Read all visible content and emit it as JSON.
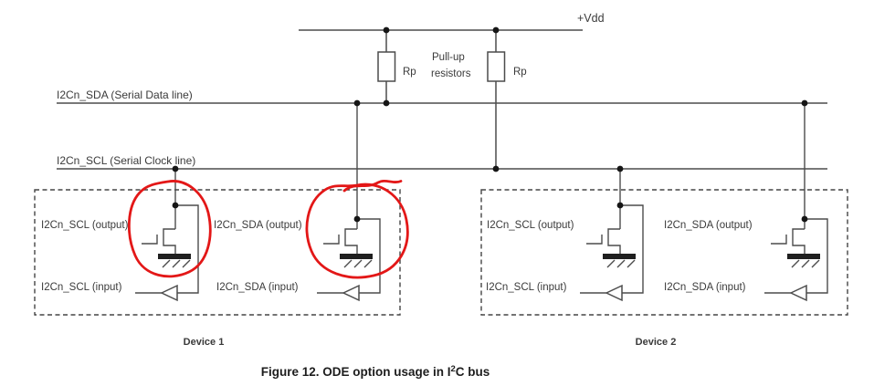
{
  "figure": {
    "caption_prefix": "Figure 12. ODE option usage in I",
    "caption_sup": "2",
    "caption_suffix": "C bus"
  },
  "power": {
    "vdd_label": "+Vdd",
    "pullup_line1": "Pull-up",
    "pullup_line2": "resistors",
    "rp_left": "Rp",
    "rp_right": "Rp"
  },
  "buses": {
    "sda_label": "I2Cn_SDA (Serial Data line)",
    "scl_label": "I2Cn_SCL (Serial Clock line)"
  },
  "devices": [
    {
      "label": "Device 1",
      "annotated": true,
      "pins": {
        "scl_output": "I2Cn_SCL (output)",
        "sda_output": "I2Cn_SDA (output)",
        "scl_input": "I2Cn_SCL (input)",
        "sda_input": "I2Cn_SDA (input)"
      }
    },
    {
      "label": "Device 2",
      "annotated": false,
      "pins": {
        "scl_output": "I2Cn_SCL (output)",
        "sda_output": "I2Cn_SDA (output)",
        "scl_input": "I2Cn_SCL (input)",
        "sda_input": "I2Cn_SDA (input)"
      }
    }
  ],
  "annotations": {
    "style": "hand-drawn red circles",
    "color": "#e31717",
    "targets": [
      "Device 1 I2Cn_SCL output transistor",
      "Device 1 I2Cn_SDA output transistor"
    ]
  },
  "colors": {
    "line": "#4c4c4c",
    "text": "#3a3a3a",
    "junction_dot": "#161616",
    "background": "#ffffff"
  }
}
